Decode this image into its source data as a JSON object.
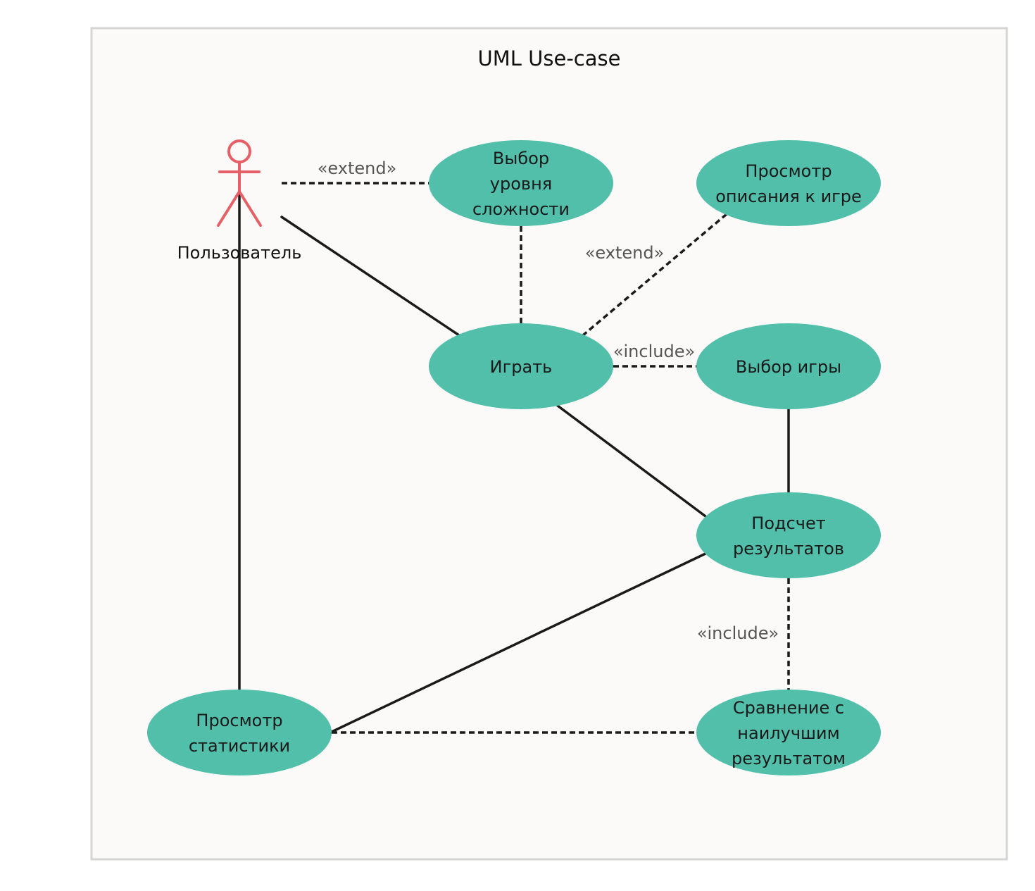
{
  "diagram": {
    "title": "UML Use-case",
    "colors": {
      "use_case_fill": "#52bfaa",
      "actor_stroke": "#e65f66",
      "edge": "#1a1a1a"
    },
    "actor": {
      "id": "user",
      "label": "Пользователь"
    },
    "use_cases": [
      {
        "id": "difficulty",
        "lines": [
          "Выбор",
          "уровня",
          "сложности"
        ]
      },
      {
        "id": "description",
        "lines": [
          "Просмотр",
          "описания к игре"
        ]
      },
      {
        "id": "play",
        "lines": [
          "Играть"
        ]
      },
      {
        "id": "choose_game",
        "lines": [
          "Выбор игры"
        ]
      },
      {
        "id": "results",
        "lines": [
          "Подсчет",
          "результатов"
        ]
      },
      {
        "id": "compare",
        "lines": [
          "Сравнение с",
          "наилучшим",
          "результатом"
        ]
      },
      {
        "id": "stats",
        "lines": [
          "Просмотр",
          "статистики"
        ]
      }
    ],
    "relations": [
      {
        "from": "user",
        "to": "difficulty",
        "kind": "extend",
        "label": "«extend»"
      },
      {
        "from": "user",
        "to": "play",
        "kind": "association",
        "label": ""
      },
      {
        "from": "user",
        "to": "stats",
        "kind": "association",
        "label": ""
      },
      {
        "from": "difficulty",
        "to": "play",
        "kind": "dependency",
        "label": ""
      },
      {
        "from": "description",
        "to": "play",
        "kind": "extend",
        "label": "«extend»"
      },
      {
        "from": "play",
        "to": "choose_game",
        "kind": "include",
        "label": "«include»"
      },
      {
        "from": "play",
        "to": "results",
        "kind": "association",
        "label": ""
      },
      {
        "from": "choose_game",
        "to": "results",
        "kind": "association",
        "label": ""
      },
      {
        "from": "results",
        "to": "compare",
        "kind": "include",
        "label": "«include»"
      },
      {
        "from": "results",
        "to": "stats",
        "kind": "association",
        "label": ""
      },
      {
        "from": "stats",
        "to": "compare",
        "kind": "dependency",
        "label": ""
      }
    ]
  }
}
